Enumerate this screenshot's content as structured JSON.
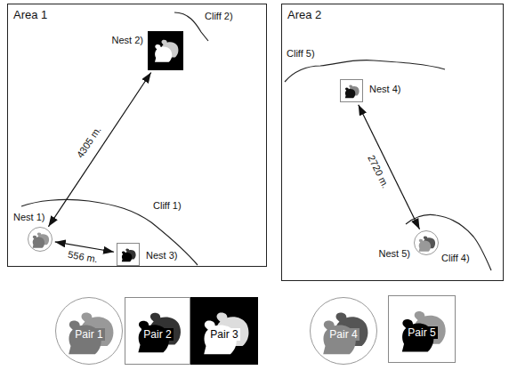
{
  "diagram": {
    "nodes": [
      {
        "text": [
          "Area 1"
        ]
      },
      {
        "text": [
          "Nest 2)"
        ],
        "in": 0
      },
      {
        "text": [
          "Nest 1)"
        ],
        "in": 0
      },
      {
        "text": [
          "Nest 3)"
        ],
        "in": 0
      },
      {
        "text": [
          "Area 2"
        ]
      },
      {
        "text": [
          "Nest 4)"
        ],
        "in": 4
      },
      {
        "text": [
          "Nest 5)"
        ],
        "in": 4
      },
      {
        "text": [
          "Pair 1"
        ]
      },
      {
        "text": [
          "Pair 2"
        ]
      },
      {
        "text": [
          "Pair 3"
        ]
      },
      {
        "text": [
          "Pair 4"
        ]
      },
      {
        "text": [
          "Pair 5"
        ]
      }
    ],
    "edges": [
      {
        "from": 2,
        "to": 1,
        "arrow": "both",
        "label": "4305 m."
      },
      {
        "from": 2,
        "to": 3,
        "arrow": "both",
        "label": "556 m."
      },
      {
        "from": 5,
        "to": 6,
        "arrow": "both",
        "label": "2720 m."
      }
    ],
    "labels": [
      "Cliff 2)",
      "Cliff 1)",
      "Cliff 5)",
      "Cliff 4)"
    ]
  }
}
